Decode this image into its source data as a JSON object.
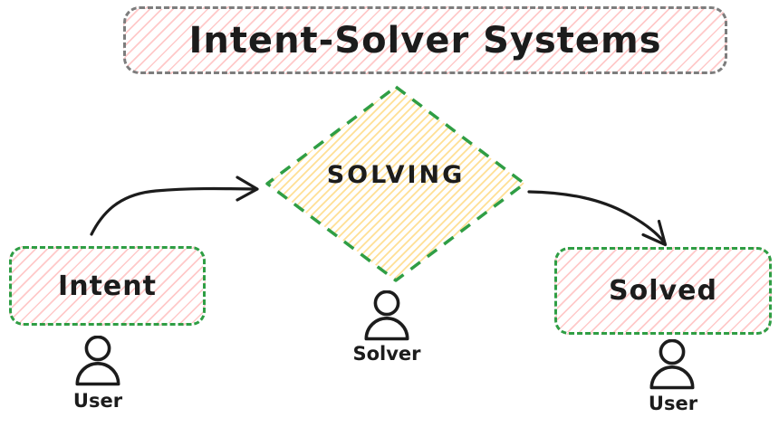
{
  "title": {
    "text": "Intent-Solver Systems"
  },
  "nodes": {
    "intent": {
      "label": "Intent"
    },
    "solving": {
      "label": "SOLVING"
    },
    "solved": {
      "label": "Solved"
    }
  },
  "actors": {
    "user_left": {
      "label": "User",
      "icon": "person-icon"
    },
    "solver": {
      "label": "Solver",
      "icon": "person-icon"
    },
    "user_right": {
      "label": "User",
      "icon": "person-icon"
    }
  },
  "colors": {
    "green_border": "#2f9e44",
    "pink_hatch": "#ffc9c9",
    "yellow_hatch": "#ffdf94",
    "gray_border": "#7d7d7d",
    "ink": "#1c1c1c",
    "background": "#ffffff"
  }
}
